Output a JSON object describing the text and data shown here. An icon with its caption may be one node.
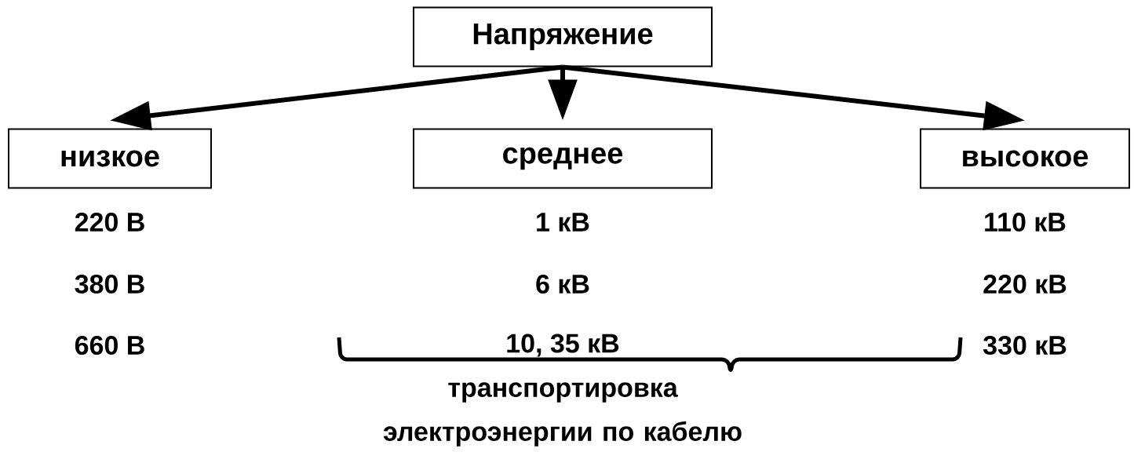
{
  "diagram": {
    "nodes": [
      {
        "text": [
          "Напряжение"
        ]
      },
      {
        "text": [
          "низкое"
        ]
      },
      {
        "text": [
          "среднее"
        ]
      },
      {
        "text": [
          "высокое"
        ]
      }
    ],
    "edges": [
      {
        "from": 0,
        "to": 1,
        "arrow": "to"
      },
      {
        "from": 0,
        "to": 2,
        "arrow": "to"
      },
      {
        "from": 0,
        "to": 3,
        "arrow": "to"
      }
    ],
    "labels": [
      "220 В",
      "1 кВ",
      "110 кВ",
      "380 В",
      "6 кВ",
      "220 кВ",
      "660 В",
      "10, 35  кВ",
      "330 кВ",
      "транспортировка электроэнергии по кабелю"
    ]
  }
}
